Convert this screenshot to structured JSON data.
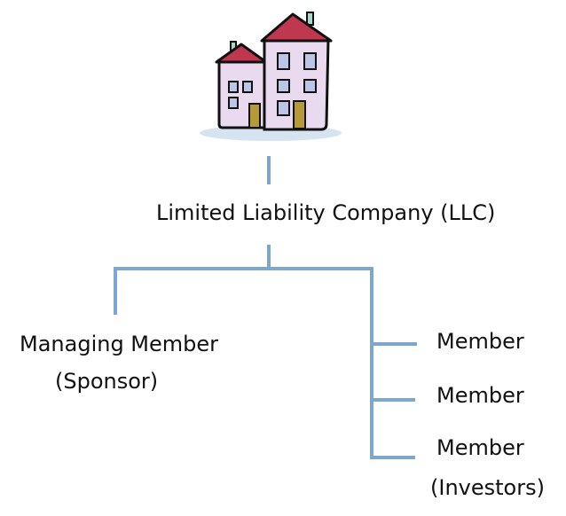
{
  "diagram": {
    "company_label": "Limited Liability Company (LLC)",
    "managing_member_label": "Managing Member",
    "sponsor_label": "(Sponsor)",
    "members": [
      "Member",
      "Member",
      "Member"
    ],
    "investors_label": "(Investors)"
  },
  "icon": "apartment-building-icon",
  "colors": {
    "connector_line": "#7ea7cf",
    "building_wall": "#eadaf0",
    "building_roof": "#c0384f",
    "building_window": "#bcc4e8",
    "building_door": "#b59a3a",
    "building_outline": "#111111",
    "shadow": "#d6e3f1"
  }
}
